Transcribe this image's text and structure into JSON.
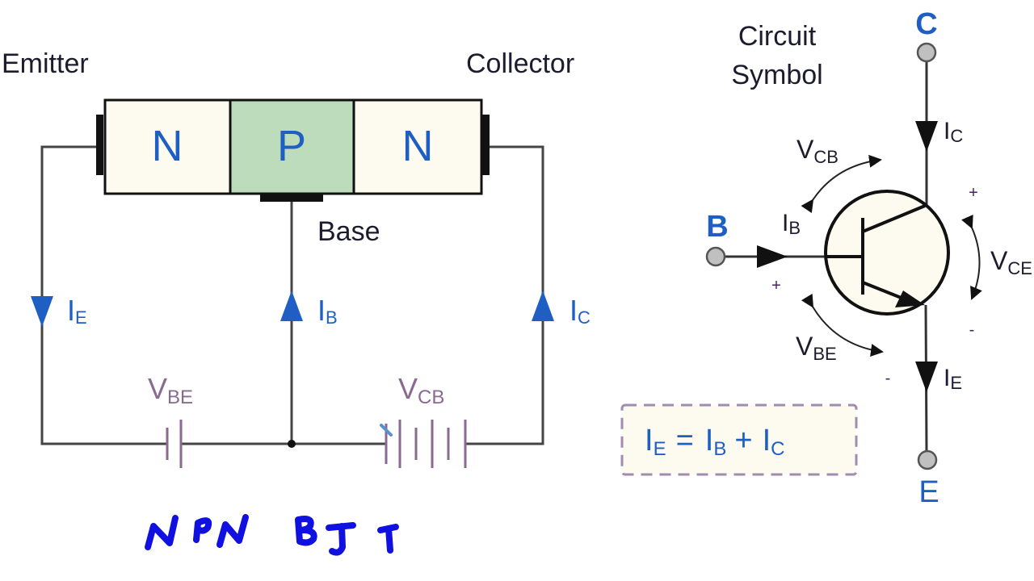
{
  "diagram": {
    "type": "npn-bjt-structure-and-symbol",
    "structure": {
      "terminal_labels": {
        "emitter": "Emitter",
        "collector": "Collector",
        "base": "Base"
      },
      "regions": [
        {
          "label": "N",
          "type": "emitter-region",
          "fill": "#fdfbf0"
        },
        {
          "label": "P",
          "type": "base-region",
          "fill": "#bcdcbc"
        },
        {
          "label": "N",
          "type": "collector-region",
          "fill": "#fdfbf0"
        }
      ],
      "currents": {
        "emitter": {
          "main": "I",
          "sub": "E",
          "direction": "down"
        },
        "base": {
          "main": "I",
          "sub": "B",
          "direction": "up"
        },
        "collector": {
          "main": "I",
          "sub": "C",
          "direction": "up"
        }
      },
      "sources": {
        "vbe": {
          "main": "V",
          "sub": "BE"
        },
        "vcb": {
          "main": "V",
          "sub": "CB"
        }
      }
    },
    "symbol": {
      "title_line1": "Circuit",
      "title_line2": "Symbol",
      "terminals": {
        "collector": "C",
        "base": "B",
        "emitter": "E"
      },
      "currents": {
        "ic": {
          "main": "I",
          "sub": "C"
        },
        "ib": {
          "main": "I",
          "sub": "B"
        },
        "ie": {
          "main": "I",
          "sub": "E"
        }
      },
      "voltages": {
        "vcb": {
          "main": "V",
          "sub": "CB"
        },
        "vce": {
          "main": "V",
          "sub": "CE"
        },
        "vbe": {
          "main": "V",
          "sub": "BE"
        }
      },
      "polarity": {
        "plus": "+",
        "minus": "-"
      }
    },
    "equation": {
      "ie": {
        "main": "I",
        "sub": "E"
      },
      "equals": "=",
      "ib": {
        "main": "I",
        "sub": "B"
      },
      "plus": "+",
      "ic": {
        "main": "I",
        "sub": "C"
      }
    },
    "handwritten_annotation": "NPN BJT",
    "colors": {
      "accent_blue": "#1f5fc4",
      "handwriting_blue": "#1010e0",
      "source_mauve": "#8a6a90",
      "equation_box_border": "#a08cb0",
      "equation_box_fill": "#fdfbf0",
      "terminal_dot_fill": "#c0c0c0"
    }
  }
}
